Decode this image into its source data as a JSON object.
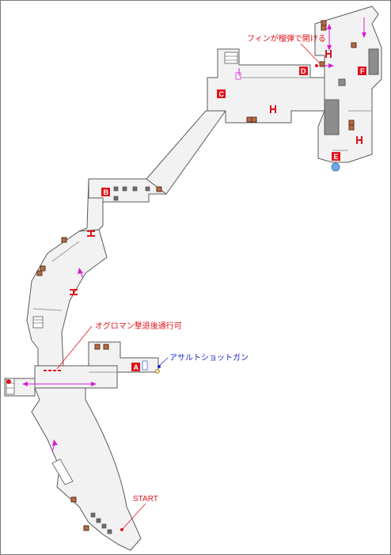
{
  "labels": {
    "fin": "フィンが榴弾で開ける",
    "ogroman": "オグロマン撃退後通行可",
    "assault": "アサルトショットガン",
    "start": "START"
  },
  "markers": {
    "A": "A",
    "B": "B",
    "C": "C",
    "D": "D",
    "E": "E",
    "F": "F"
  },
  "colors": {
    "marker_fill": "#e0141c",
    "annotation_red": "#e0141c",
    "annotation_blue": "#1d28c8",
    "arrow_magenta": "#d41ed4",
    "item_box": "#b86a42",
    "waypoint_blue": "#6fa8e6"
  },
  "icons": [
    "crate-icon",
    "shutter-icon",
    "direction-arrow-icon",
    "red-dot-icon",
    "blue-circle-icon",
    "ladder-icon"
  ]
}
